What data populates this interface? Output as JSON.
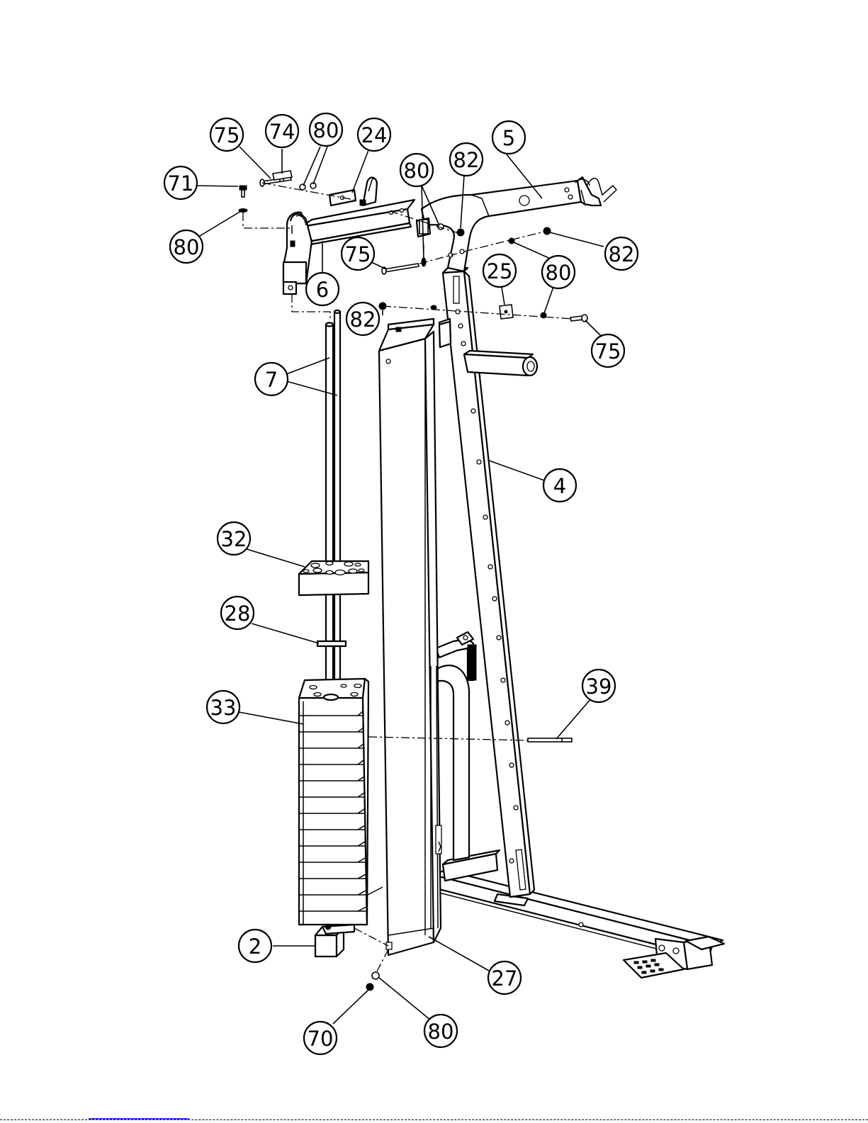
{
  "callouts": [
    {
      "id": "c75a",
      "label": "75"
    },
    {
      "id": "c74",
      "label": "74"
    },
    {
      "id": "c80a",
      "label": "80"
    },
    {
      "id": "c24",
      "label": "24"
    },
    {
      "id": "c71",
      "label": "71"
    },
    {
      "id": "c80b",
      "label": "80"
    },
    {
      "id": "c80c",
      "label": "80"
    },
    {
      "id": "c82a",
      "label": "82"
    },
    {
      "id": "c5",
      "label": "5"
    },
    {
      "id": "c75b",
      "label": "75"
    },
    {
      "id": "c6",
      "label": "6"
    },
    {
      "id": "c25",
      "label": "25"
    },
    {
      "id": "c80d",
      "label": "80"
    },
    {
      "id": "c82b",
      "label": "82"
    },
    {
      "id": "c82c",
      "label": "82"
    },
    {
      "id": "c75c",
      "label": "75"
    },
    {
      "id": "c7",
      "label": "7"
    },
    {
      "id": "c4",
      "label": "4"
    },
    {
      "id": "c32",
      "label": "32"
    },
    {
      "id": "c28",
      "label": "28"
    },
    {
      "id": "c39",
      "label": "39"
    },
    {
      "id": "c33",
      "label": "33"
    },
    {
      "id": "c2",
      "label": "2"
    },
    {
      "id": "c27",
      "label": "27"
    },
    {
      "id": "c70",
      "label": "70"
    },
    {
      "id": "c80e",
      "label": "80"
    }
  ]
}
